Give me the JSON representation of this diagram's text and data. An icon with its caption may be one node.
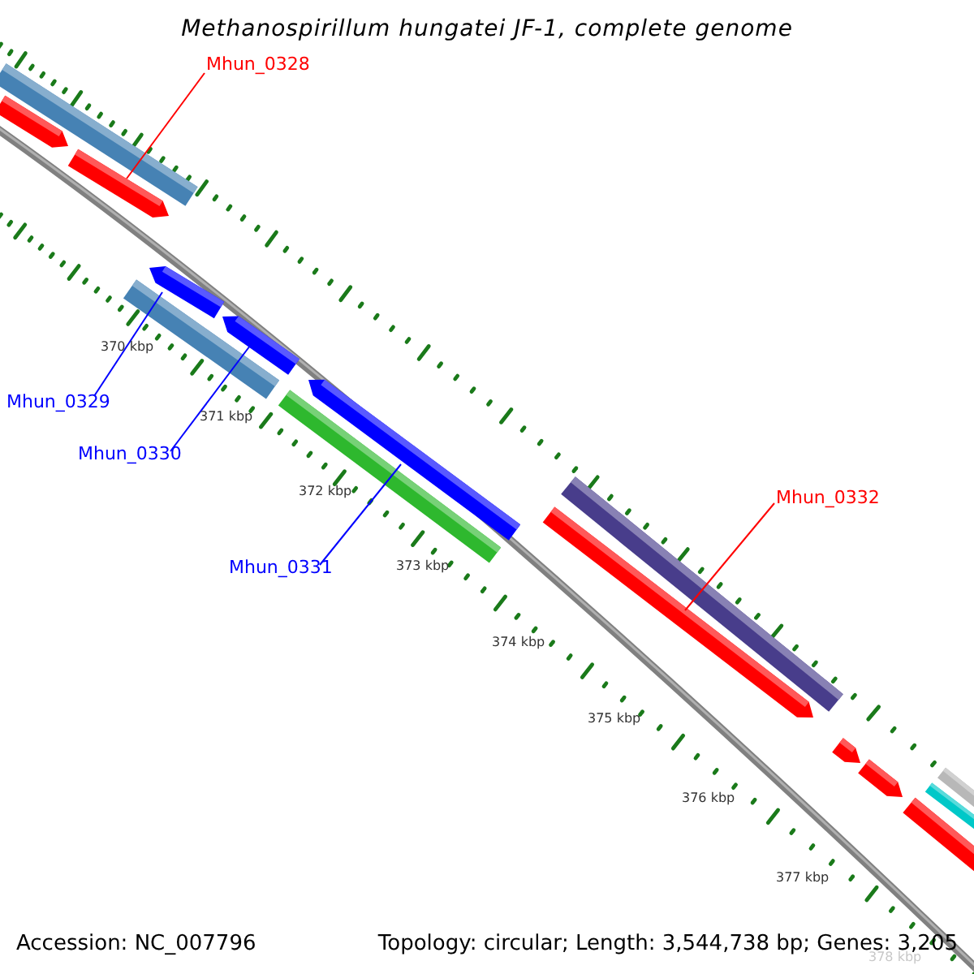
{
  "diagram": {
    "title": "Methanospirillum hungatei JF-1, complete genome",
    "nodes": [
      {
        "text": [
          "Mhun_0328"
        ]
      },
      {
        "text": [],
        "shape": "bar"
      },
      {
        "text": [
          "Mhun_0329"
        ]
      },
      {
        "text": [],
        "shape": "bar"
      },
      {
        "text": [
          "Mhun_0330"
        ]
      },
      {
        "text": [],
        "shape": "bar"
      },
      {
        "text": [
          "Mhun_0332"
        ]
      },
      {
        "text": [],
        "shape": "bar"
      },
      {
        "text": [
          "Mhun_0331"
        ]
      },
      {
        "text": [],
        "shape": "bar"
      }
    ],
    "edges": [
      {
        "from": 0,
        "to": 1,
        "arrow": "none",
        "color": "#ff0000"
      },
      {
        "from": 2,
        "to": 3,
        "arrow": "none"
      },
      {
        "from": 4,
        "to": 5,
        "arrow": "none"
      },
      {
        "from": 6,
        "to": 7,
        "arrow": "none",
        "color": "#ff0000"
      },
      {
        "from": 8,
        "to": 9,
        "arrow": "none"
      }
    ],
    "labels": [
      "370 kbp",
      "371 kbp",
      "372 kbp",
      "373 kbp",
      "374 kbp",
      "375 kbp",
      "376 kbp",
      "377 kbp",
      "378 kbp",
      "Accession: NC_007796",
      "Topology: circular; Length: 3,544,738 bp; Genes: 3,205"
    ]
  }
}
